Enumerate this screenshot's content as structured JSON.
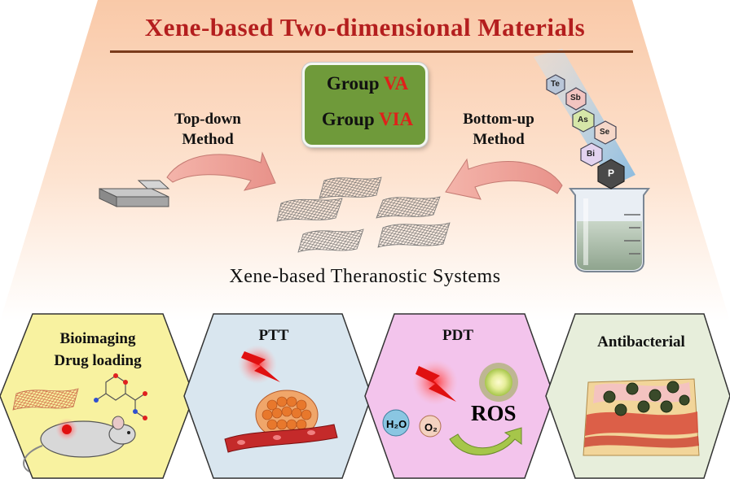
{
  "title": "Xene-based Two-dimensional Materials",
  "groups": {
    "line1_prefix": "Group ",
    "line1_highlight": "VA",
    "line2_prefix": "Group ",
    "line2_highlight": "VIA"
  },
  "methods": {
    "top_down_line1": "Top-down",
    "top_down_line2": "Method",
    "bottom_up_line1": "Bottom-up",
    "bottom_up_line2": "Method"
  },
  "subtitle": "Xene-based Theranostic Systems",
  "elements": [
    "Te",
    "Sb",
    "As",
    "Se",
    "Bi",
    "P"
  ],
  "applications": {
    "bioimaging_line1": "Bioimaging",
    "bioimaging_line2": "Drug loading",
    "ptt": "PTT",
    "pdt": "PDT",
    "antibacterial": "Antibacterial"
  },
  "pdt_labels": {
    "h2o": "H₂O",
    "o2": "O₂",
    "ros": "ROS"
  },
  "colors": {
    "title": "#b41e1e",
    "highlight_red": "#e0201a",
    "group_box": "#6f9a3a",
    "hex_bioimaging": "#f8f2a0",
    "hex_ptt": "#d9e6ef",
    "hex_pdt": "#f3c4ec",
    "hex_antibacterial": "#e7eedb",
    "fan_background": "#fbd9c0"
  }
}
